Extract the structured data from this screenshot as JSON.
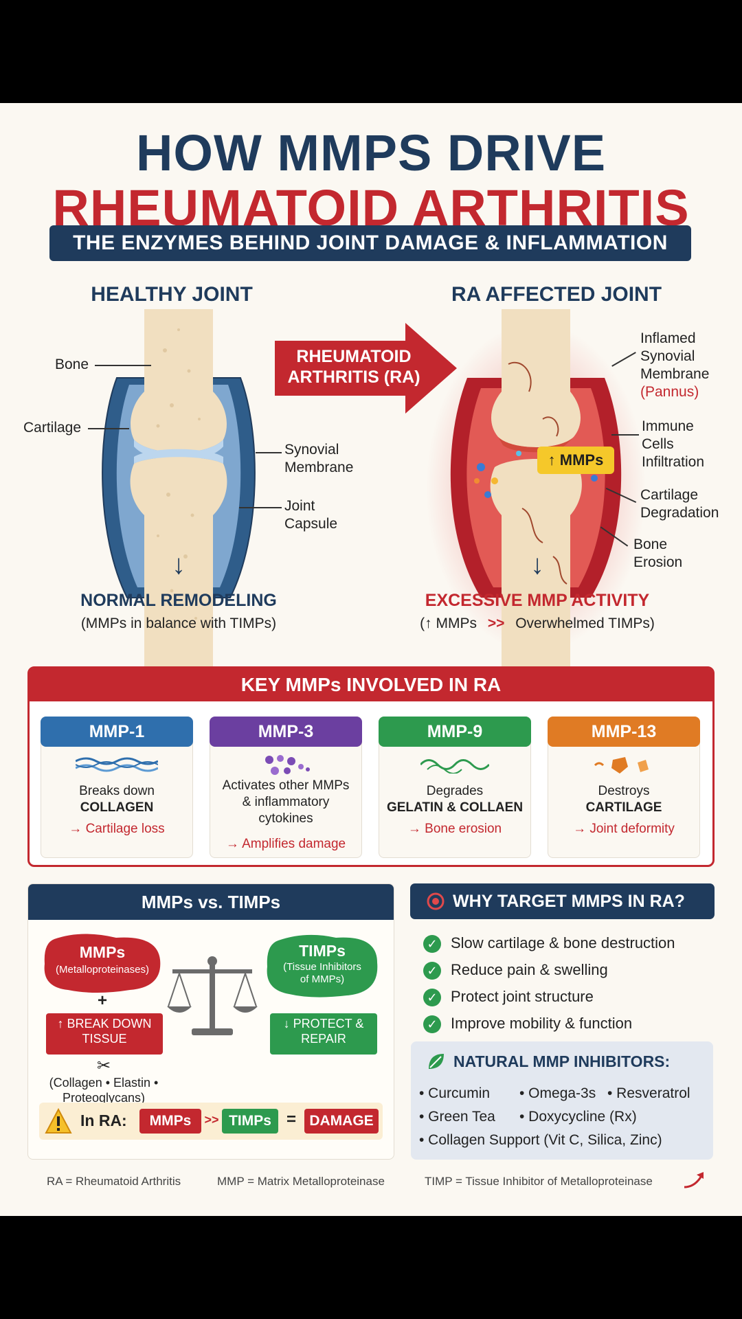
{
  "title": {
    "line1": "HOW MMPS DRIVE",
    "line2": "RHEUMATOID ARTHRITIS"
  },
  "subtitle": "THE ENZYMES BEHIND JOINT DAMAGE & INFLAMMATION",
  "healthy": {
    "heading": "HEALTHY JOINT",
    "labels": {
      "bone": "Bone",
      "cartilage": "Cartilage",
      "synovial": "Synovial\nMembrane",
      "capsule": "Joint\nCapsule"
    },
    "outcome_title": "NORMAL REMODELING",
    "outcome_sub": "(MMPs in balance with TIMPs)"
  },
  "ra_arrow": "RHEUMATOID\nARTHRITIS (RA)",
  "ra": {
    "heading": "RA AFFECTED JOINT",
    "labels": {
      "inflamed": "Inflamed\nSynovial\nMembrane",
      "pannus": "(Pannus)",
      "immune": "Immune\nCells\nInfiltration",
      "cartilage_deg": "Cartilage\nDegradation",
      "bone_erosion": "Bone\nErosion"
    },
    "mmp_badge": "↑ MMPs",
    "outcome_title": "EXCESSIVE MMP ACTIVITY",
    "outcome_sub_a": "(↑ MMPs",
    "outcome_sub_sep": ">>",
    "outcome_sub_b": "Overwhelmed TIMPs)"
  },
  "key_mmps": {
    "heading": "KEY MMPs INVOLVED IN RA",
    "cards": [
      {
        "name": "MMP-1",
        "color": "#2f6fad",
        "desc_a": "Breaks down",
        "desc_b": "COLLAGEN",
        "desc_c": "",
        "effect": "→ Cartilage loss"
      },
      {
        "name": "MMP-3",
        "color": "#6b3fa0",
        "desc_a": "Activates other MMPs",
        "desc_b": "& inflammatory",
        "desc_c": "cytokines",
        "effect": "→ Amplifies damage"
      },
      {
        "name": "MMP-9",
        "color": "#2d9a4e",
        "desc_a": "Degrades",
        "desc_b": "GELATIN & COLLAEN",
        "desc_c": "",
        "effect": "→ Bone erosion"
      },
      {
        "name": "MMP-13",
        "color": "#e07b24",
        "desc_a": "Destroys",
        "desc_b": "CARTILAGE",
        "desc_c": "",
        "effect": "→ Joint deformity"
      }
    ]
  },
  "mmps_vs_timps": {
    "heading": "MMPs vs. TIMPs",
    "mmps_title": "MMPs",
    "mmps_sub": "(Metalloproteinases)",
    "plus": "+",
    "mmps_box": "↑ BREAK DOWN\nTISSUE",
    "scissors": "✂",
    "mmps_targets": "(Collagen • Elastin •\nProteoglycans)",
    "timps_title": "TIMPs",
    "timps_sub": "(Tissue Inhibitors\nof MMPs)",
    "timps_box": "↓ PROTECT &\nREPAIR",
    "in_ra": "In RA:",
    "pill_mmps": "MMPs",
    "pill_sep": ">>",
    "pill_timps": "TIMPs",
    "equals": "=",
    "pill_damage": "DAMAGE"
  },
  "why_target": {
    "heading": "WHY TARGET MMPS IN RA?",
    "items": [
      "Slow cartilage & bone destruction",
      "Reduce pain & swelling",
      "Protect joint structure",
      "Improve mobility & function"
    ]
  },
  "natural": {
    "heading": "NATURAL MMP INHIBITORS:",
    "line1a": "• Curcumin",
    "line1b": "• Omega-3s",
    "line1c": "• Resveratrol",
    "line2a": "• Green Tea",
    "line2b": "• Doxycycline (Rx)",
    "line3": "• Collagen Support (Vit C, Silica, Zinc)"
  },
  "footer": {
    "ra": "RA = Rheumatoid Arthritis",
    "mmp": "MMP = Matrix Metalloproteinase",
    "timp": "TIMP = Tissue Inhibitor of Metalloproteinase"
  },
  "colors": {
    "navy": "#1f3b5c",
    "red": "#c3282f",
    "green": "#2d9a4e",
    "bone": "#f1dfc0"
  }
}
